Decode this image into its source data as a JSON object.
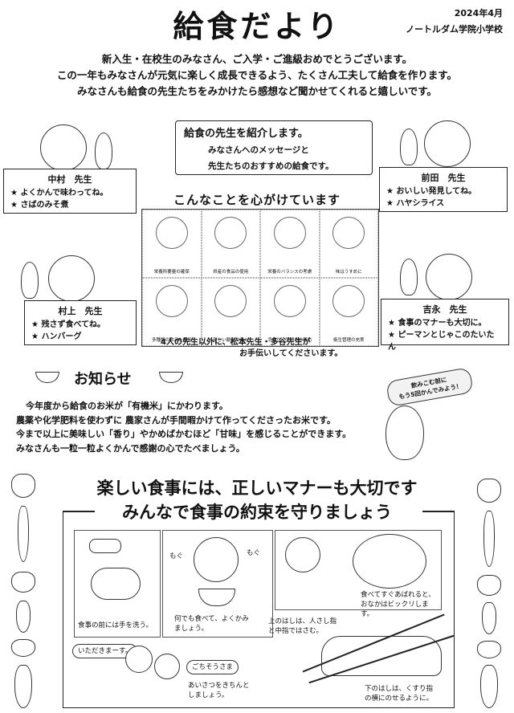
{
  "header": {
    "title": "給食だより",
    "date": "2024年4月",
    "school": "ノートルダム学院小学校"
  },
  "intro": [
    "新入生・在校生のみなさん、ご入学・ご進級おめでとうございます。",
    "この一年もみなさんが元気に楽しく成長できるよう、たくさん工夫して給食を作ります。",
    "みなさんも給食の先生たちをみかけたら感想など聞かせてくれると嬉しいです。"
  ],
  "scroll": {
    "title": "給食の先生を紹介します。",
    "line1": "みなさんへのメッセージと",
    "line2": "先生たちのおすすめの給食です。"
  },
  "teachers": [
    {
      "name": "中村　先生",
      "msg": "★ よくかんで味わってね。",
      "fav": "★ さばのみそ煮"
    },
    {
      "name": "前田　先生",
      "msg": "★ おいしい発見してね。",
      "fav": "★ ハヤシライス"
    },
    {
      "name": "村上　先生",
      "msg": "★ 残さず食べてね。",
      "fav": "★ ハンバーグ"
    },
    {
      "name": "吉永　先生",
      "msg": "★ 食事のマナーも大切に。",
      "fav": "★ ピーマンとじゃこのたいたん"
    }
  ],
  "efforts": {
    "heading": "こんなことを心がけています",
    "items": [
      "栄養所要量の確保",
      "県産の食品の使用",
      "栄養のバランスの考慮",
      "味はうすめに",
      "多種類の食品を使用",
      "新しい献立の導入",
      "手作り・手切りの努力",
      "衛生管理の充実"
    ]
  },
  "helpers": {
    "line1": "4人の先生以外に、松本先生・多谷先生が",
    "line2": "お手伝いしてくださいます。"
  },
  "notice": {
    "title": "お知らせ",
    "bubble1": "飲みこむ前に",
    "bubble2": "もう5回かんでみよう！",
    "lines": [
      "今年度から給食のお米が「有機米」にかわります。",
      "農薬や化学肥料を使わずに 農家さんが手間暇かけて作ってくださったお米です。",
      "今まで以上に美味しい「香り」やかめばかむほど「甘味」を感じることができます。",
      "みなさんも一粒一粒よくかんで感謝の心でたべましょう。"
    ]
  },
  "manners": {
    "title1": "楽しい食事には、正しいマナーも大切です",
    "title2": "みんなで食事の約束を守りましょう",
    "wash": "食事の前には手を洗う。",
    "eat1": "何でも食べて、よくかみ",
    "eat2": "ましょう。",
    "mogu": "もぐ",
    "run1": "食べてすぐあばれると、",
    "run2": "おなかはビックリします。",
    "chop_top1": "上のはしは、人さし指",
    "chop_top2": "と中指ではさむ。",
    "greet_start": "いただきまーす。",
    "greet_end": "ごちそうさま",
    "greet1": "あいさつをきちんと",
    "greet2": "しましょう。",
    "chop_bot1": "下のはしは、くすり指",
    "chop_bot2": "の横にのせるように。"
  }
}
